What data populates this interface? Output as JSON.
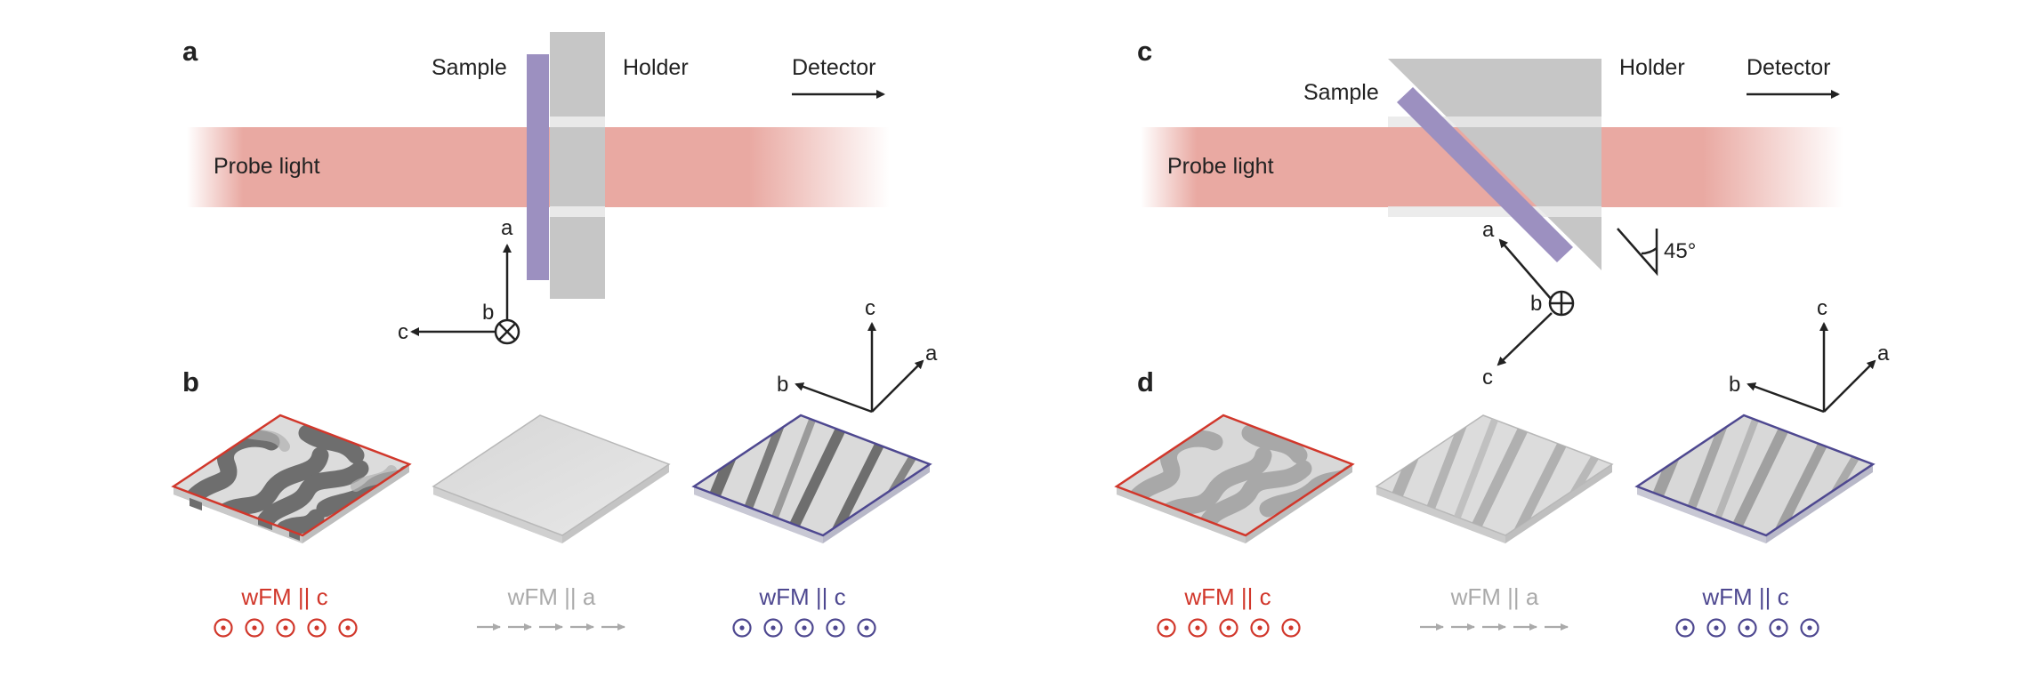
{
  "colors": {
    "beam": "#e9a9a2",
    "sample": "#9c90c0",
    "holder": "#c6c6c6",
    "red": "#d1372b",
    "grey": "#aaaaaa",
    "purple": "#4e4890",
    "arrow": "#222222"
  },
  "panel_a": {
    "letter": "a",
    "sample": "Sample",
    "holder": "Holder",
    "detector": "Detector",
    "probe": "Probe light",
    "axis_a": "a",
    "axis_b": "b",
    "axis_c": "c"
  },
  "panel_b": {
    "letter": "b",
    "axis_a": "a",
    "axis_b": "b",
    "axis_c": "c",
    "captions": [
      "wFM || c",
      "wFM || a",
      "wFM || c"
    ]
  },
  "panel_c": {
    "letter": "c",
    "sample": "Sample",
    "holder": "Holder",
    "detector": "Detector",
    "probe": "Probe light",
    "angle": "45°",
    "axis_a": "a",
    "axis_b": "b",
    "axis_c": "c"
  },
  "panel_d": {
    "letter": "d",
    "axis_a": "a",
    "axis_b": "b",
    "axis_c": "c",
    "captions": [
      "wFM || c",
      "wFM || a",
      "wFM || c"
    ]
  }
}
